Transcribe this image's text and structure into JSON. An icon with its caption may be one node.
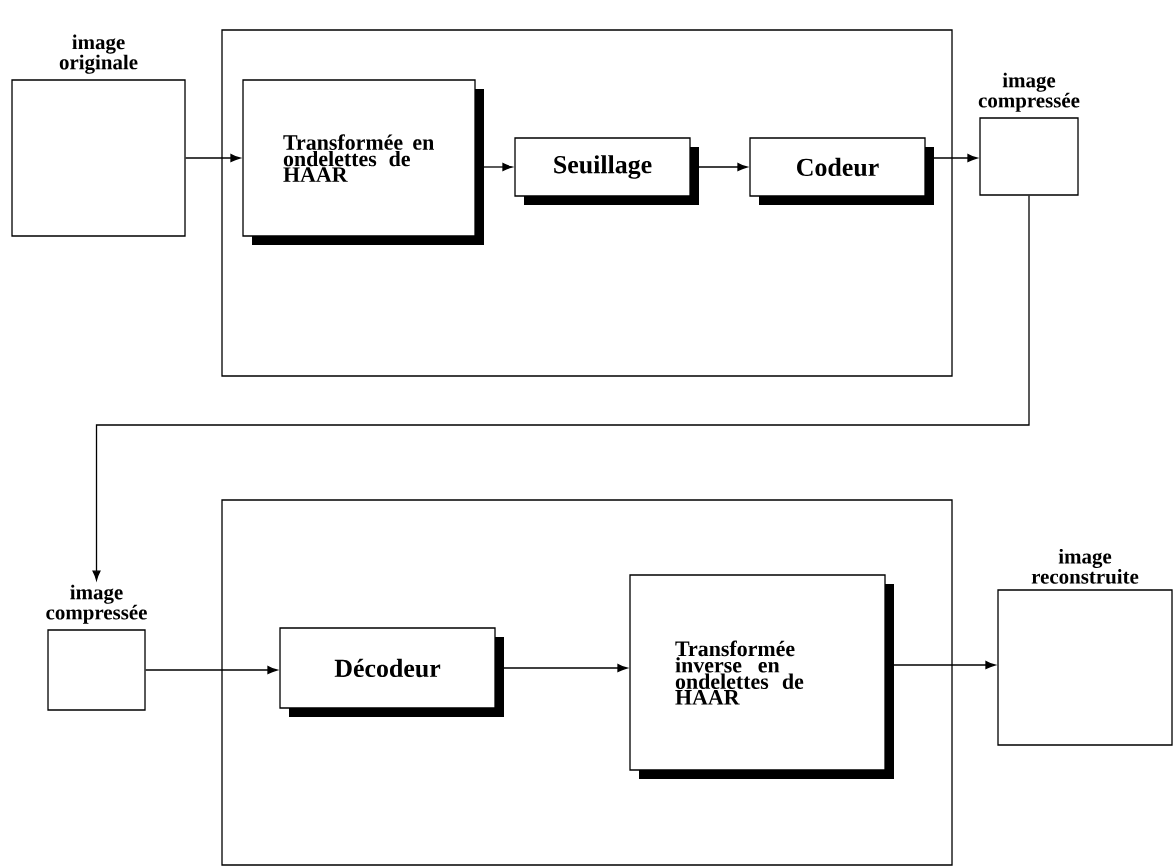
{
  "diagram": {
    "nodes": [
      {
        "text": [
          "image originale"
        ]
      },
      {
        "text": [],
        "shape": "box"
      },
      {
        "text": [
          "Transformée en ondelettes de HAAR"
        ],
        "in": 1
      },
      {
        "text": [
          "Seuillage"
        ],
        "in": 1
      },
      {
        "text": [
          "Codeur"
        ],
        "in": 1
      },
      {
        "text": [
          "image compressée"
        ]
      },
      {
        "text": [
          "image compressée"
        ]
      },
      {
        "text": [],
        "shape": "box"
      },
      {
        "text": [
          "Décodeur"
        ],
        "in": 7
      },
      {
        "text": [
          "Transformée inverse en ondelettes de HAAR"
        ],
        "in": 7
      },
      {
        "text": [
          "image reconstruite"
        ]
      }
    ],
    "edges": [
      {
        "from": 0,
        "to": 2,
        "arrow": "to"
      },
      {
        "from": 2,
        "to": 3,
        "arrow": "to"
      },
      {
        "from": 3,
        "to": 4,
        "arrow": "to"
      },
      {
        "from": 4,
        "to": 5,
        "arrow": "to"
      },
      {
        "from": 5,
        "to": 6,
        "arrow": "to"
      },
      {
        "from": 6,
        "to": 8,
        "arrow": "to"
      },
      {
        "from": 8,
        "to": 9,
        "arrow": "to"
      },
      {
        "from": 9,
        "to": 10,
        "arrow": "to"
      }
    ]
  }
}
